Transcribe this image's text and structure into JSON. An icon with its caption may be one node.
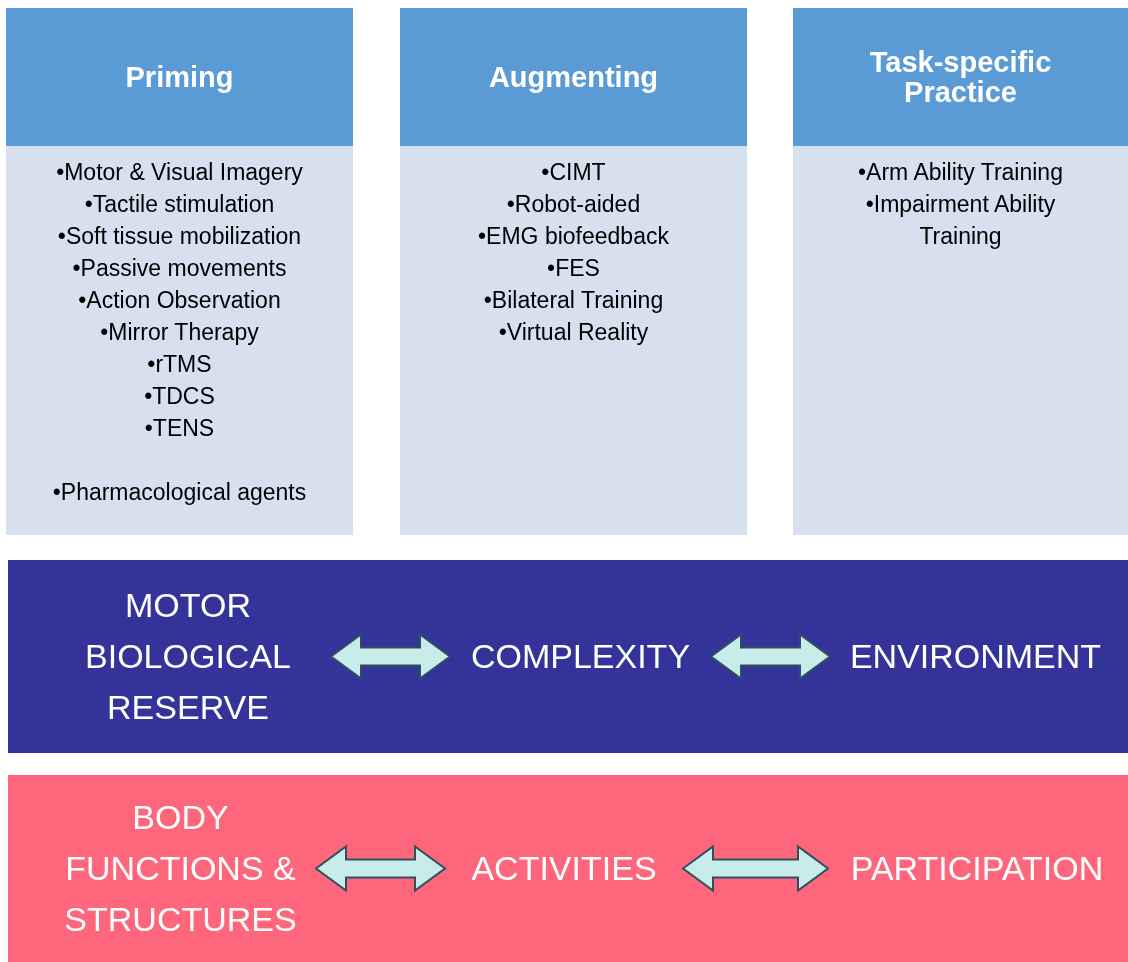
{
  "diagram": {
    "nodes": [
      {
        "text": [
          "Priming",
          "•Motor & Visual Imagery",
          "•Tactile stimulation",
          "•Soft tissue mobilization",
          "•Passive movements",
          "•Action Observation",
          "•Mirror Therapy",
          "•rTMS",
          "•TDCS",
          "•TENS",
          "•Pharmacological agents"
        ]
      },
      {
        "text": [
          "Augmenting",
          "•CIMT",
          "•Robot-aided",
          "•EMG biofeedback",
          "•FES",
          "•Bilateral Training",
          "•Virtual Reality"
        ]
      },
      {
        "text": [
          "Task-specific Practice",
          "•Arm Ability Training",
          "•Impairment Ability Training"
        ]
      },
      {
        "text": [],
        "shape": "box"
      },
      {
        "text": [
          "MOTOR BIOLOGICAL RESERVE"
        ],
        "in": 3
      },
      {
        "text": [
          "COMPLEXITY"
        ],
        "in": 3
      },
      {
        "text": [
          "ENVIRONMENT"
        ],
        "in": 3
      },
      {
        "text": [],
        "shape": "box"
      },
      {
        "text": [
          "BODY FUNCTIONS & STRUCTURES"
        ],
        "in": 7
      },
      {
        "text": [
          "ACTIVITIES"
        ],
        "in": 7
      },
      {
        "text": [
          "PARTICIPATION"
        ],
        "in": 7
      }
    ],
    "edges": [
      {
        "from": 4,
        "to": 5,
        "arrow": "both"
      },
      {
        "from": 5,
        "to": 6,
        "arrow": "both"
      },
      {
        "from": 8,
        "to": 9,
        "arrow": "both"
      },
      {
        "from": 9,
        "to": 10,
        "arrow": "both"
      }
    ]
  }
}
